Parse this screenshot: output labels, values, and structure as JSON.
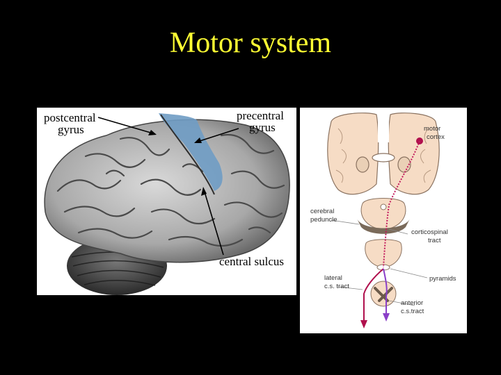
{
  "slide": {
    "title": "Motor system"
  },
  "brain_photo": {
    "labels": {
      "postcentral_line1": "postcentral",
      "postcentral_line2": "gyrus",
      "precentral_line1": "precentral",
      "precentral_line2": "gyrus",
      "central_sulcus": "central sulcus"
    },
    "highlight_color": "#6f9cc4"
  },
  "pathway_diagram": {
    "labels": {
      "motor_cortex_line1": "motor",
      "motor_cortex_line2": "cortex",
      "cerebral_peduncle_line1": "cerebral",
      "cerebral_peduncle_line2": "peduncle",
      "corticospinal_line1": "corticospinal",
      "corticospinal_line2": "tract",
      "pyramids": "pyramids",
      "lateral_line1": "lateral",
      "lateral_line2": "c.s. tract",
      "anterior_line1": "anterior",
      "anterior_line2": "c.s.tract"
    },
    "colors": {
      "tract": "#c2185b",
      "lateral_tract": "#b0104d",
      "anterior_tract": "#8a3fc8",
      "tissue": "#f6dcc5",
      "dark_tissue": "#7a6a5a"
    }
  }
}
